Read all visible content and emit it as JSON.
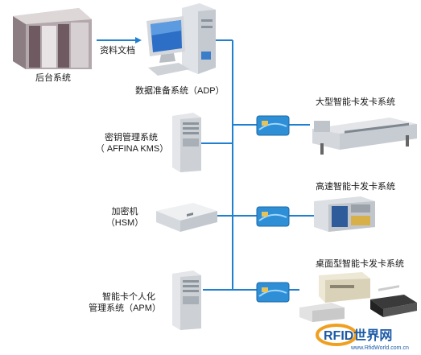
{
  "labels": {
    "backend": "后台系统",
    "doc": "资料文档",
    "adp": "数据准备系统（ADP）",
    "kms_line1": "密钥管理系统",
    "kms_line2": "（ AFFINA KMS）",
    "hsm_line1": "加密机",
    "hsm_line2": "（HSM）",
    "apm_line1": "智能卡个人化",
    "apm_line2": "管理系统（APM）",
    "large_issuer": "大型智能卡发卡系统",
    "highspeed_issuer": "高速智能卡发卡系统",
    "desktop_issuer": "桌面型智能卡发卡系统"
  },
  "watermark": {
    "brand": "RFID世界网",
    "url": "www.RfidWorld.com.cn"
  },
  "colors": {
    "connector": "#1f7fd0",
    "card": "#2e8fd6"
  }
}
